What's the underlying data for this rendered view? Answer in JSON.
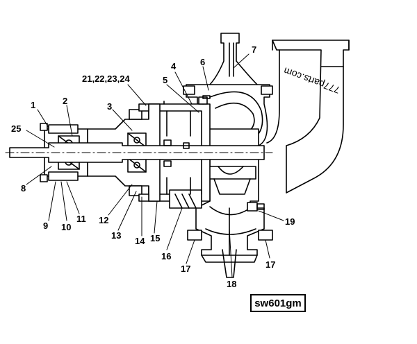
{
  "drawing_code": "sw601gm",
  "watermark": "777parts.com",
  "callouts": {
    "c1": "1",
    "c2": "2",
    "c3": "3",
    "c4": "4",
    "c5": "5",
    "c6": "6",
    "c7": "7",
    "c8": "8",
    "c9": "9",
    "c10": "10",
    "c11": "11",
    "c12": "12",
    "c13": "13",
    "c14": "14",
    "c15": "15",
    "c16": "16",
    "c17a": "17",
    "c17b": "17",
    "c18": "18",
    "c19": "19",
    "c21_24": "21,22,23,24",
    "c25": "25"
  }
}
